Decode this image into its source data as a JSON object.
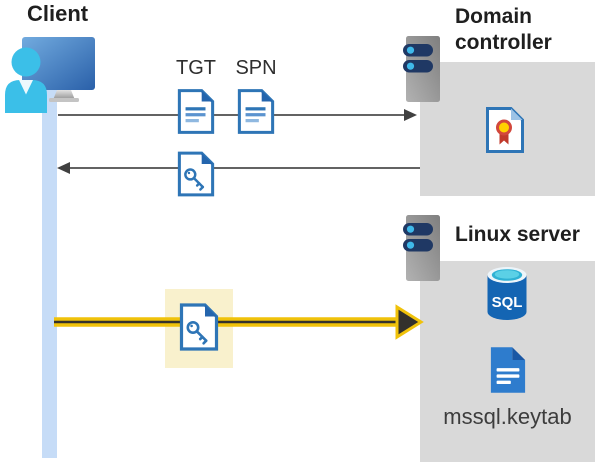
{
  "nodes": {
    "client": {
      "label": "Client"
    },
    "domain_controller": {
      "label": "Domain controller"
    },
    "linux_server": {
      "label": "Linux server",
      "sql_badge": "SQL",
      "keytab_file": "mssql.keytab"
    }
  },
  "tickets": {
    "tgt": "TGT",
    "spn": "SPN"
  },
  "colors": {
    "doc_blue": "#2e75b6",
    "doc_fold_blue": "#2465ad",
    "arrow_gray": "#4d4d4d",
    "kerberos_yellow": "#f0c20a",
    "highlight_yellow": "#f9f1cd",
    "node_box_gray": "#d9d9d9",
    "client_lifeline_blue": "#c6dcf7",
    "sql_db_blue": "#1465b3",
    "server_pill_navy": "#1f3864"
  }
}
